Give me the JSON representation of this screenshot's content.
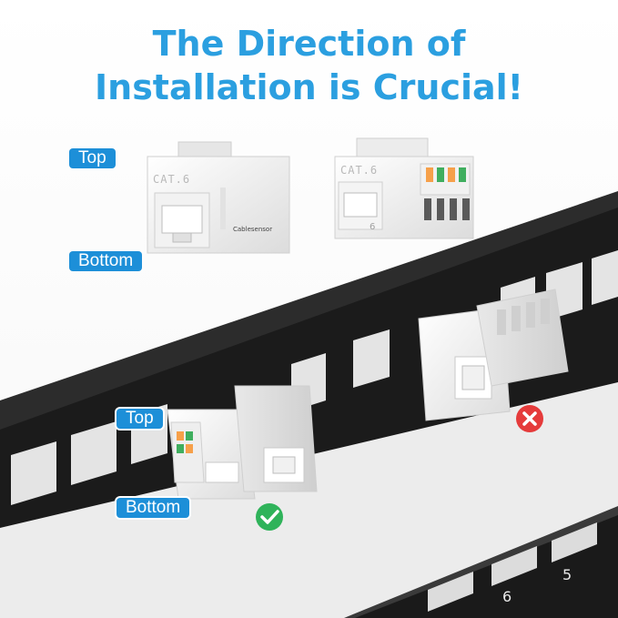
{
  "headline": {
    "line1": "The Direction of",
    "line2": "Installation is Crucial!"
  },
  "labels": {
    "top_upper": "Top",
    "bottom_upper": "Bottom",
    "top_lower": "Top",
    "bottom_lower": "Bottom"
  },
  "jacks": {
    "cat_left": "CAT.6",
    "cat_right": "CAT.6",
    "brand": "Cablesensor",
    "side_number": "6"
  },
  "panel": {
    "port_numbers": [
      "6",
      "5"
    ]
  },
  "status_icons": {
    "correct": "check-icon",
    "wrong": "cross-icon"
  },
  "colors": {
    "accent": "#2b9fe0",
    "pill": "#1d8fd8",
    "correct": "#2fb35a",
    "wrong": "#e53b3b",
    "panel": "#1b1b1b"
  }
}
